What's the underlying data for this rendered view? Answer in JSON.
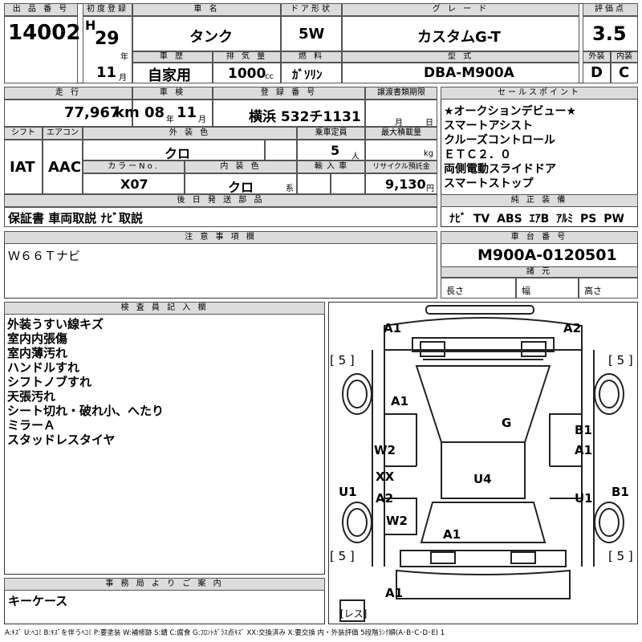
{
  "header": {
    "lot_label": "出 品 番 号",
    "lot": "14002",
    "first_reg_label": "初度登録",
    "era": "H",
    "year": "29",
    "year_unit": "年",
    "month": "11",
    "month_unit": "月",
    "name_label": "車 名",
    "name": "タンク",
    "door_label": "ドア形状",
    "door": "5W",
    "grade_label": "グ レ ー ド",
    "grade": "カスタムG-T",
    "score_label": "評価点",
    "score": "3.5",
    "history_label": "車 歴",
    "history": "自家用",
    "disp_label": "排 気 量",
    "disp": "1000",
    "disp_unit": "cc",
    "fuel_label": "燃 料",
    "fuel": "ｶﾞｿﾘﾝ",
    "model_label": "型 式",
    "model": "DBA-M900A",
    "ext_label": "外装",
    "ext": "D",
    "int_label": "内装",
    "int": "C"
  },
  "row2": {
    "mileage_label": "走 行",
    "mileage": "77,967",
    "mileage_unit": "km",
    "inspect_label": "車 検",
    "inspect_year": "08",
    "inspect_year_unit": "年",
    "inspect_month": "11",
    "inspect_month_unit": "月",
    "plate_label": "登 録 番 号",
    "plate": "横浜 532チ1131",
    "transfer_label": "譲渡書類期限",
    "transfer_month_unit": "月",
    "transfer_day_unit": "日",
    "shift_label": "シフト",
    "shift": "IAT",
    "ac_label": "エアコン",
    "ac": "AAC",
    "color_label": "外 装 色",
    "color": "クロ",
    "seats_label": "乗車定員",
    "seats": "5",
    "seats_unit": "人",
    "load_label": "最大積載量",
    "load_unit": "kg",
    "color_no_label": "カラーNo.",
    "color_no": "X07",
    "int_color_label": "内 装 色",
    "int_color": "クロ",
    "int_color_unit": "系",
    "import_label": "輸 入 車",
    "recycle_label": "リサイクル預託金",
    "recycle": "9,130",
    "recycle_unit": "円",
    "parts_label": "後 日 発 送 部 品",
    "parts": "保証書 車両取説 ﾅﾋﾞ取説"
  },
  "sales": {
    "label": "セールスポイント",
    "items": [
      "★オークションデビュー★",
      "スマートアシスト",
      "クルーズコントロール",
      "ＥＴＣ２．０",
      "両側電動スライドドア",
      "スマートストップ"
    ]
  },
  "equipment": {
    "label": "純 正 装 備",
    "items": [
      "ﾅﾋﾞ",
      "TV",
      "ABS",
      "ｴｱB",
      "ｱﾙﾐ",
      "PS",
      "PW"
    ]
  },
  "notes": {
    "label": "注 意 事 項 欄",
    "text": "Ｗ６６Ｔナビ"
  },
  "chassis": {
    "label": "車 台 番 号",
    "number": "M900A-0120501",
    "dims_label": "諸 元",
    "length_label": "長さ",
    "width_label": "幅",
    "height_label": "高さ"
  },
  "inspector": {
    "label": "検 査 員 記 入 欄",
    "items": [
      "外装うすい線キズ",
      "室内内張傷",
      "室内薄汚れ",
      "ハンドルすれ",
      "シフトノブすれ",
      "天張汚れ",
      "シート切れ・破れ小、へたり",
      "ミラーＡ",
      "スタッドレスタイヤ"
    ]
  },
  "diagram": {
    "marks": [
      {
        "id": "a1-front-left",
        "text": "A1"
      },
      {
        "id": "a2-front-right",
        "text": "A2"
      },
      {
        "id": "tire-fl",
        "text": "[ 5 ]"
      },
      {
        "id": "tire-fr",
        "text": "[ 5 ]"
      },
      {
        "id": "a1-hood",
        "text": "A1"
      },
      {
        "id": "g-windshield",
        "text": "G"
      },
      {
        "id": "b1-fender-right",
        "text": "B1"
      },
      {
        "id": "a1-fender-right",
        "text": "A1"
      },
      {
        "id": "w2-left",
        "text": "W2"
      },
      {
        "id": "xx-left",
        "text": "XX"
      },
      {
        "id": "a2-left",
        "text": "A2"
      },
      {
        "id": "u4-roof",
        "text": "U4"
      },
      {
        "id": "u1-left",
        "text": "U1"
      },
      {
        "id": "u1-right",
        "text": "U1"
      },
      {
        "id": "b1-right",
        "text": "B1"
      },
      {
        "id": "w2-rear-left",
        "text": "W2"
      },
      {
        "id": "a1-rear",
        "text": "A1"
      },
      {
        "id": "tire-rl",
        "text": "[ 5 ]"
      },
      {
        "id": "tire-rr",
        "text": "[ 5 ]"
      },
      {
        "id": "a1-rear-bumper",
        "text": "A1"
      },
      {
        "id": "spare",
        "text": "[レス]"
      }
    ]
  },
  "office": {
    "label": "事 務 局 よ り ご 案 内",
    "text": "キーケース"
  },
  "legend": "A:ｷｽﾞ U:ﾍｺﾐ B:ｷｽﾞを伴うﾍｺﾐ P:要塗装 W:補修跡 S:錆 C:腐食 G:ﾌﾛﾝﾄｶﾞﾗｽ点ｷｽﾞ XX:交換済み X:要交換 内・外装評価 5段階ﾗﾝｸ順(A･B･C･D･E) 1"
}
